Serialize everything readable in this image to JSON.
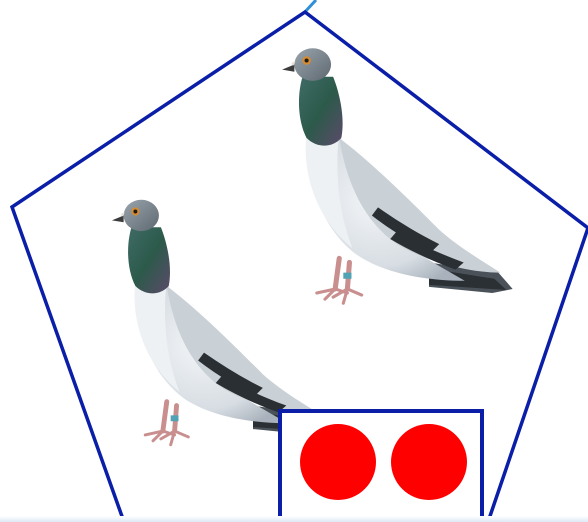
{
  "scene": {
    "outline_color": "#0a1ea8",
    "corner_accent_color": "#2f8fd8",
    "birds": [
      {
        "name": "pigeon",
        "count_index": 1
      },
      {
        "name": "pigeon",
        "count_index": 2
      }
    ],
    "counter": {
      "frame_color": "#0a1ea8",
      "dot_color": "#ff0000",
      "dot_count": 2
    }
  }
}
